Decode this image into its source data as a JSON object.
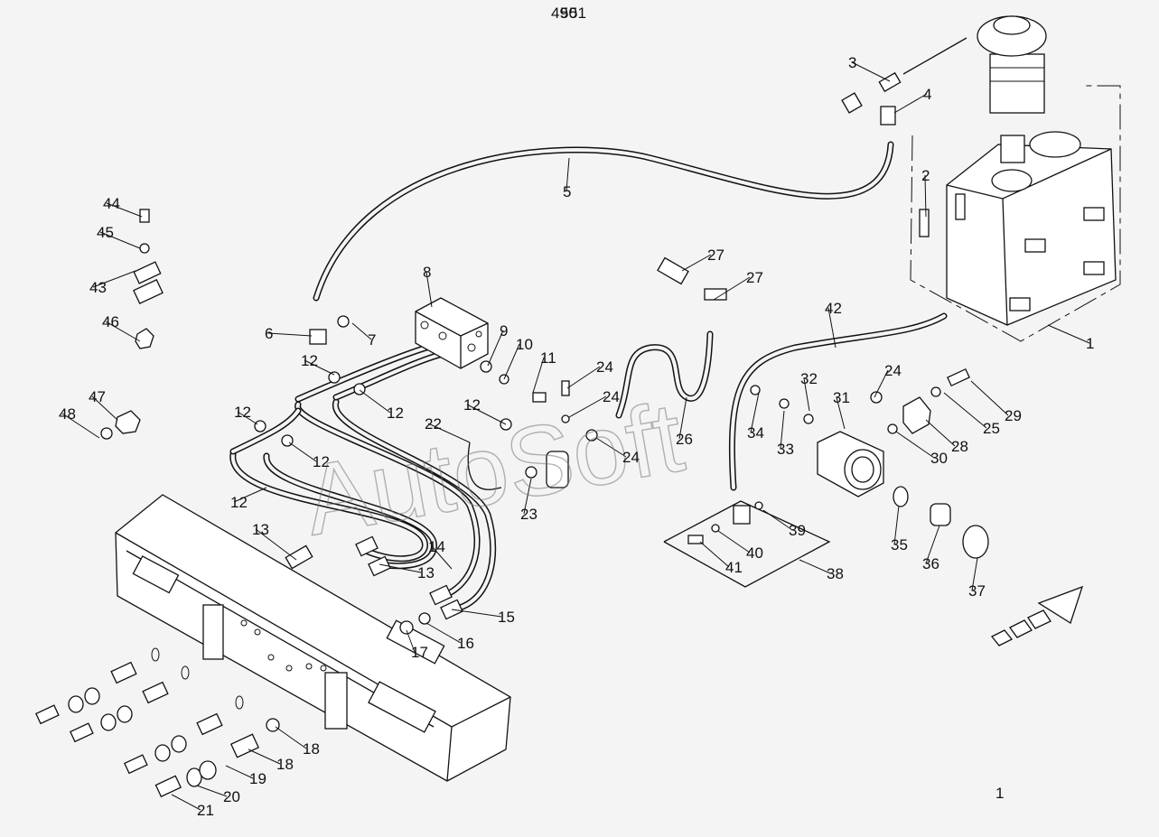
{
  "diagram": {
    "watermark": "AutoSoft",
    "page_number": "1",
    "callouts": [
      "1",
      "2",
      "3",
      "4",
      "5",
      "6",
      "7",
      "8",
      "9",
      "10",
      "11",
      "12",
      "12",
      "12",
      "12",
      "12",
      "12",
      "13",
      "13",
      "14",
      "15",
      "16",
      "17",
      "18",
      "18",
      "19",
      "20",
      "21",
      "22",
      "23",
      "24",
      "24",
      "24",
      "24",
      "25",
      "26",
      "27",
      "27",
      "28",
      "29",
      "30",
      "31",
      "32",
      "33",
      "34",
      "35",
      "36",
      "37",
      "38",
      "39",
      "40",
      "41",
      "42",
      "43",
      "44",
      "45",
      "46",
      "47",
      "48",
      "49",
      "50",
      "51"
    ]
  }
}
